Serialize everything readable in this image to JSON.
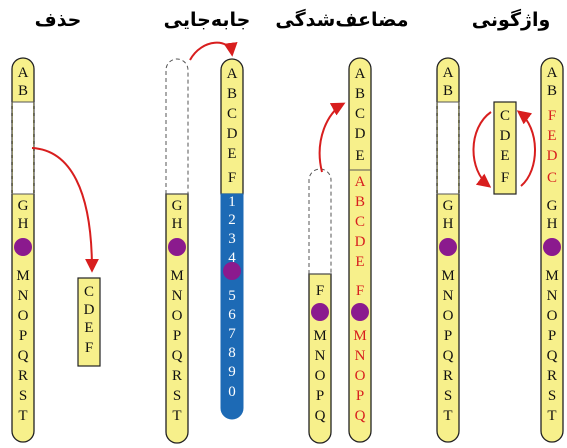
{
  "titles": {
    "deletion": "حذف",
    "translocation": "جابه‌جایی",
    "duplication": "مضاعف‌شدگی",
    "inversion": "واژگونی"
  },
  "colors": {
    "chromosome": "#f7f08b",
    "centromere": "#8b1a8e",
    "arrow": "#d81e1e",
    "foreign_segment": "#1d6ab5",
    "changed_letters": "#d81e1e"
  },
  "deletion": {
    "top": [
      "A",
      "B"
    ],
    "bottom": [
      "G",
      "H"
    ],
    "lower": [
      "M",
      "N",
      "O",
      "P",
      "Q",
      "R",
      "S",
      "T"
    ],
    "removed": [
      "C",
      "D",
      "E",
      "F"
    ]
  },
  "translocation": {
    "left_top": [
      "G",
      "H"
    ],
    "left_lower": [
      "M",
      "N",
      "O",
      "P",
      "Q",
      "R",
      "S",
      "T"
    ],
    "right_yellow": [
      "A",
      "B",
      "C",
      "D",
      "E",
      "F"
    ],
    "right_blue_upper": [
      "1",
      "2",
      "3",
      "4"
    ],
    "right_blue_lower": [
      "5",
      "6",
      "7",
      "8",
      "9",
      "0"
    ]
  },
  "duplication": {
    "left_top": [
      "F"
    ],
    "left_lower": [
      "M",
      "N",
      "O",
      "P",
      "Q"
    ],
    "right_normal": [
      "A",
      "B",
      "C",
      "D",
      "E"
    ],
    "right_repeat": [
      "A",
      "B",
      "C",
      "D",
      "E",
      "F"
    ],
    "right_lower": [
      "M",
      "N",
      "O",
      "P",
      "Q"
    ]
  },
  "inversion": {
    "left_top": [
      "A",
      "B"
    ],
    "left_bottom": [
      "G",
      "H"
    ],
    "left_lower": [
      "M",
      "N",
      "O",
      "P",
      "Q",
      "R",
      "S",
      "T"
    ],
    "segment": [
      "C",
      "D",
      "E",
      "F"
    ],
    "right_normal_top": [
      "A",
      "B"
    ],
    "right_inverted": [
      "F",
      "E",
      "D",
      "C"
    ],
    "right_normal_bottom": [
      "G",
      "H"
    ],
    "right_lower": [
      "M",
      "N",
      "O",
      "P",
      "Q",
      "R",
      "S",
      "T"
    ]
  }
}
